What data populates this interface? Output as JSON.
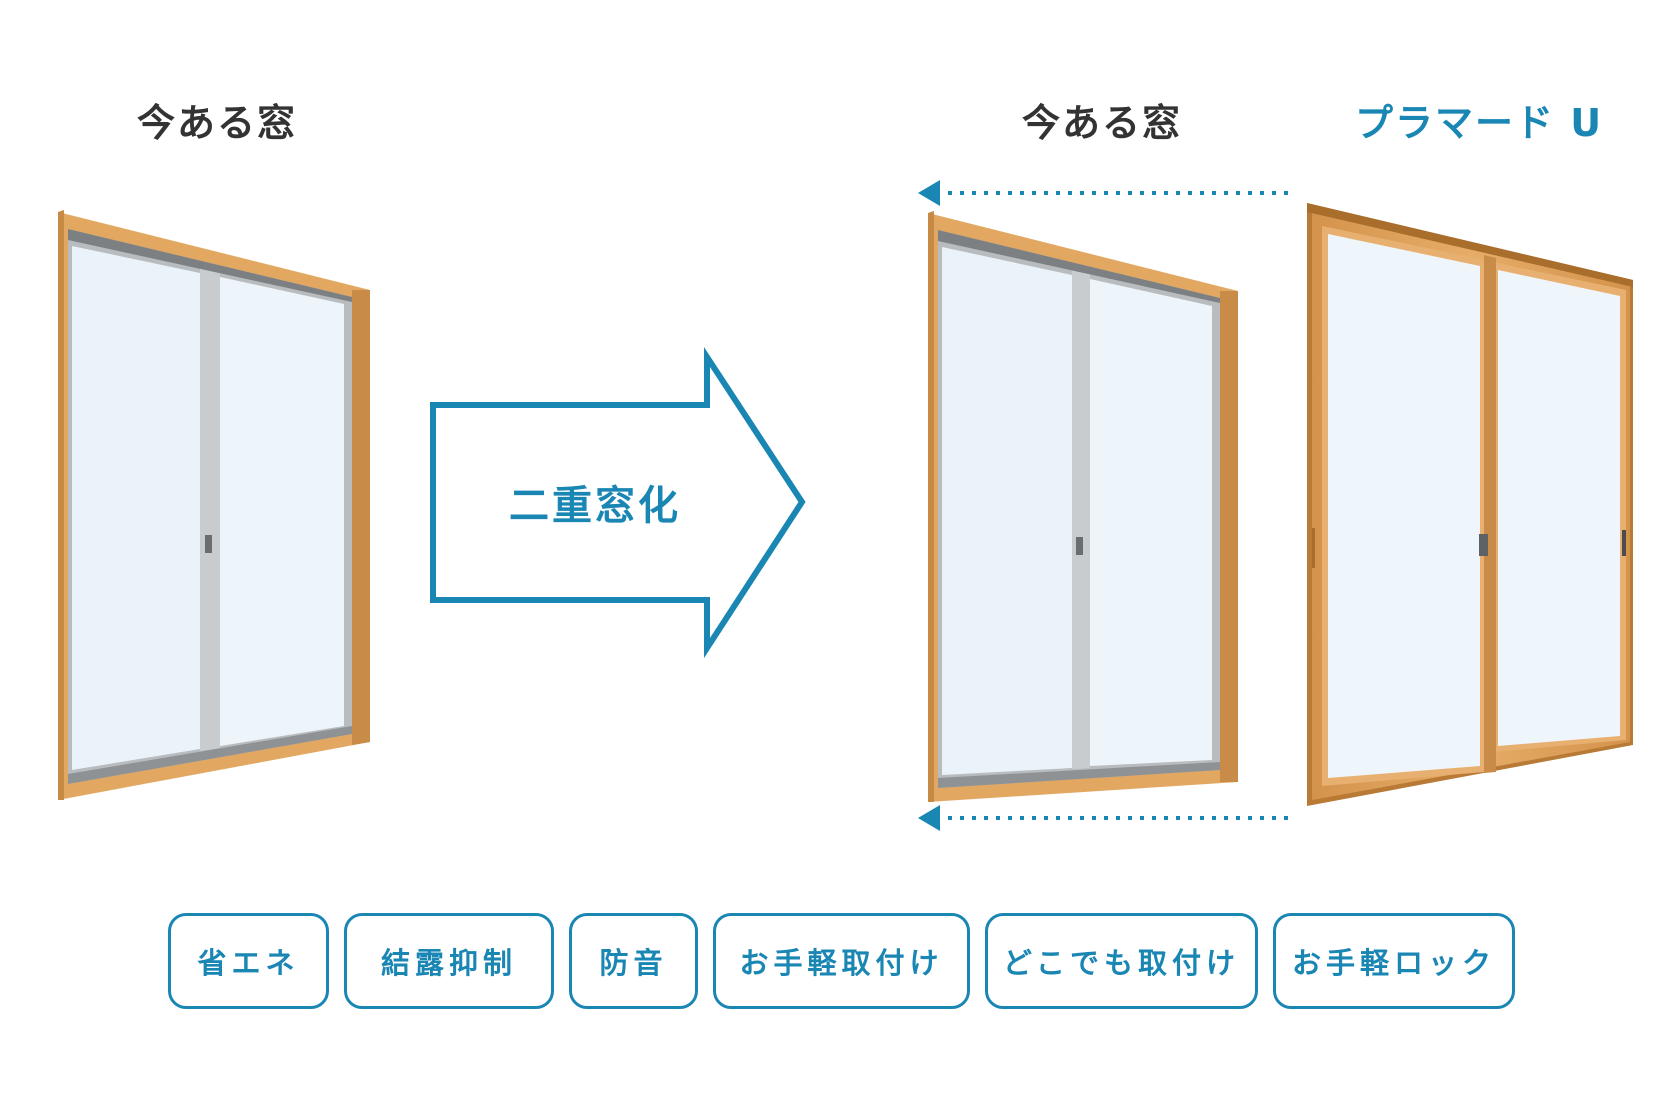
{
  "labels": {
    "existing_window_left": "今ある窓",
    "existing_window_right": "今ある窓",
    "product_name": "プラマード U"
  },
  "arrow": {
    "text": "二重窓化"
  },
  "features": [
    "省エネ",
    "結露抑制",
    "防音",
    "お手軽取付け",
    "どこでも取付け",
    "お手軽ロック"
  ],
  "colors": {
    "accent_blue": "#1a86b4",
    "wood_frame": "#e2a862",
    "wood_frame_dark": "#c78a44",
    "glass": "#eaf3f9",
    "label_text": "#333333"
  }
}
